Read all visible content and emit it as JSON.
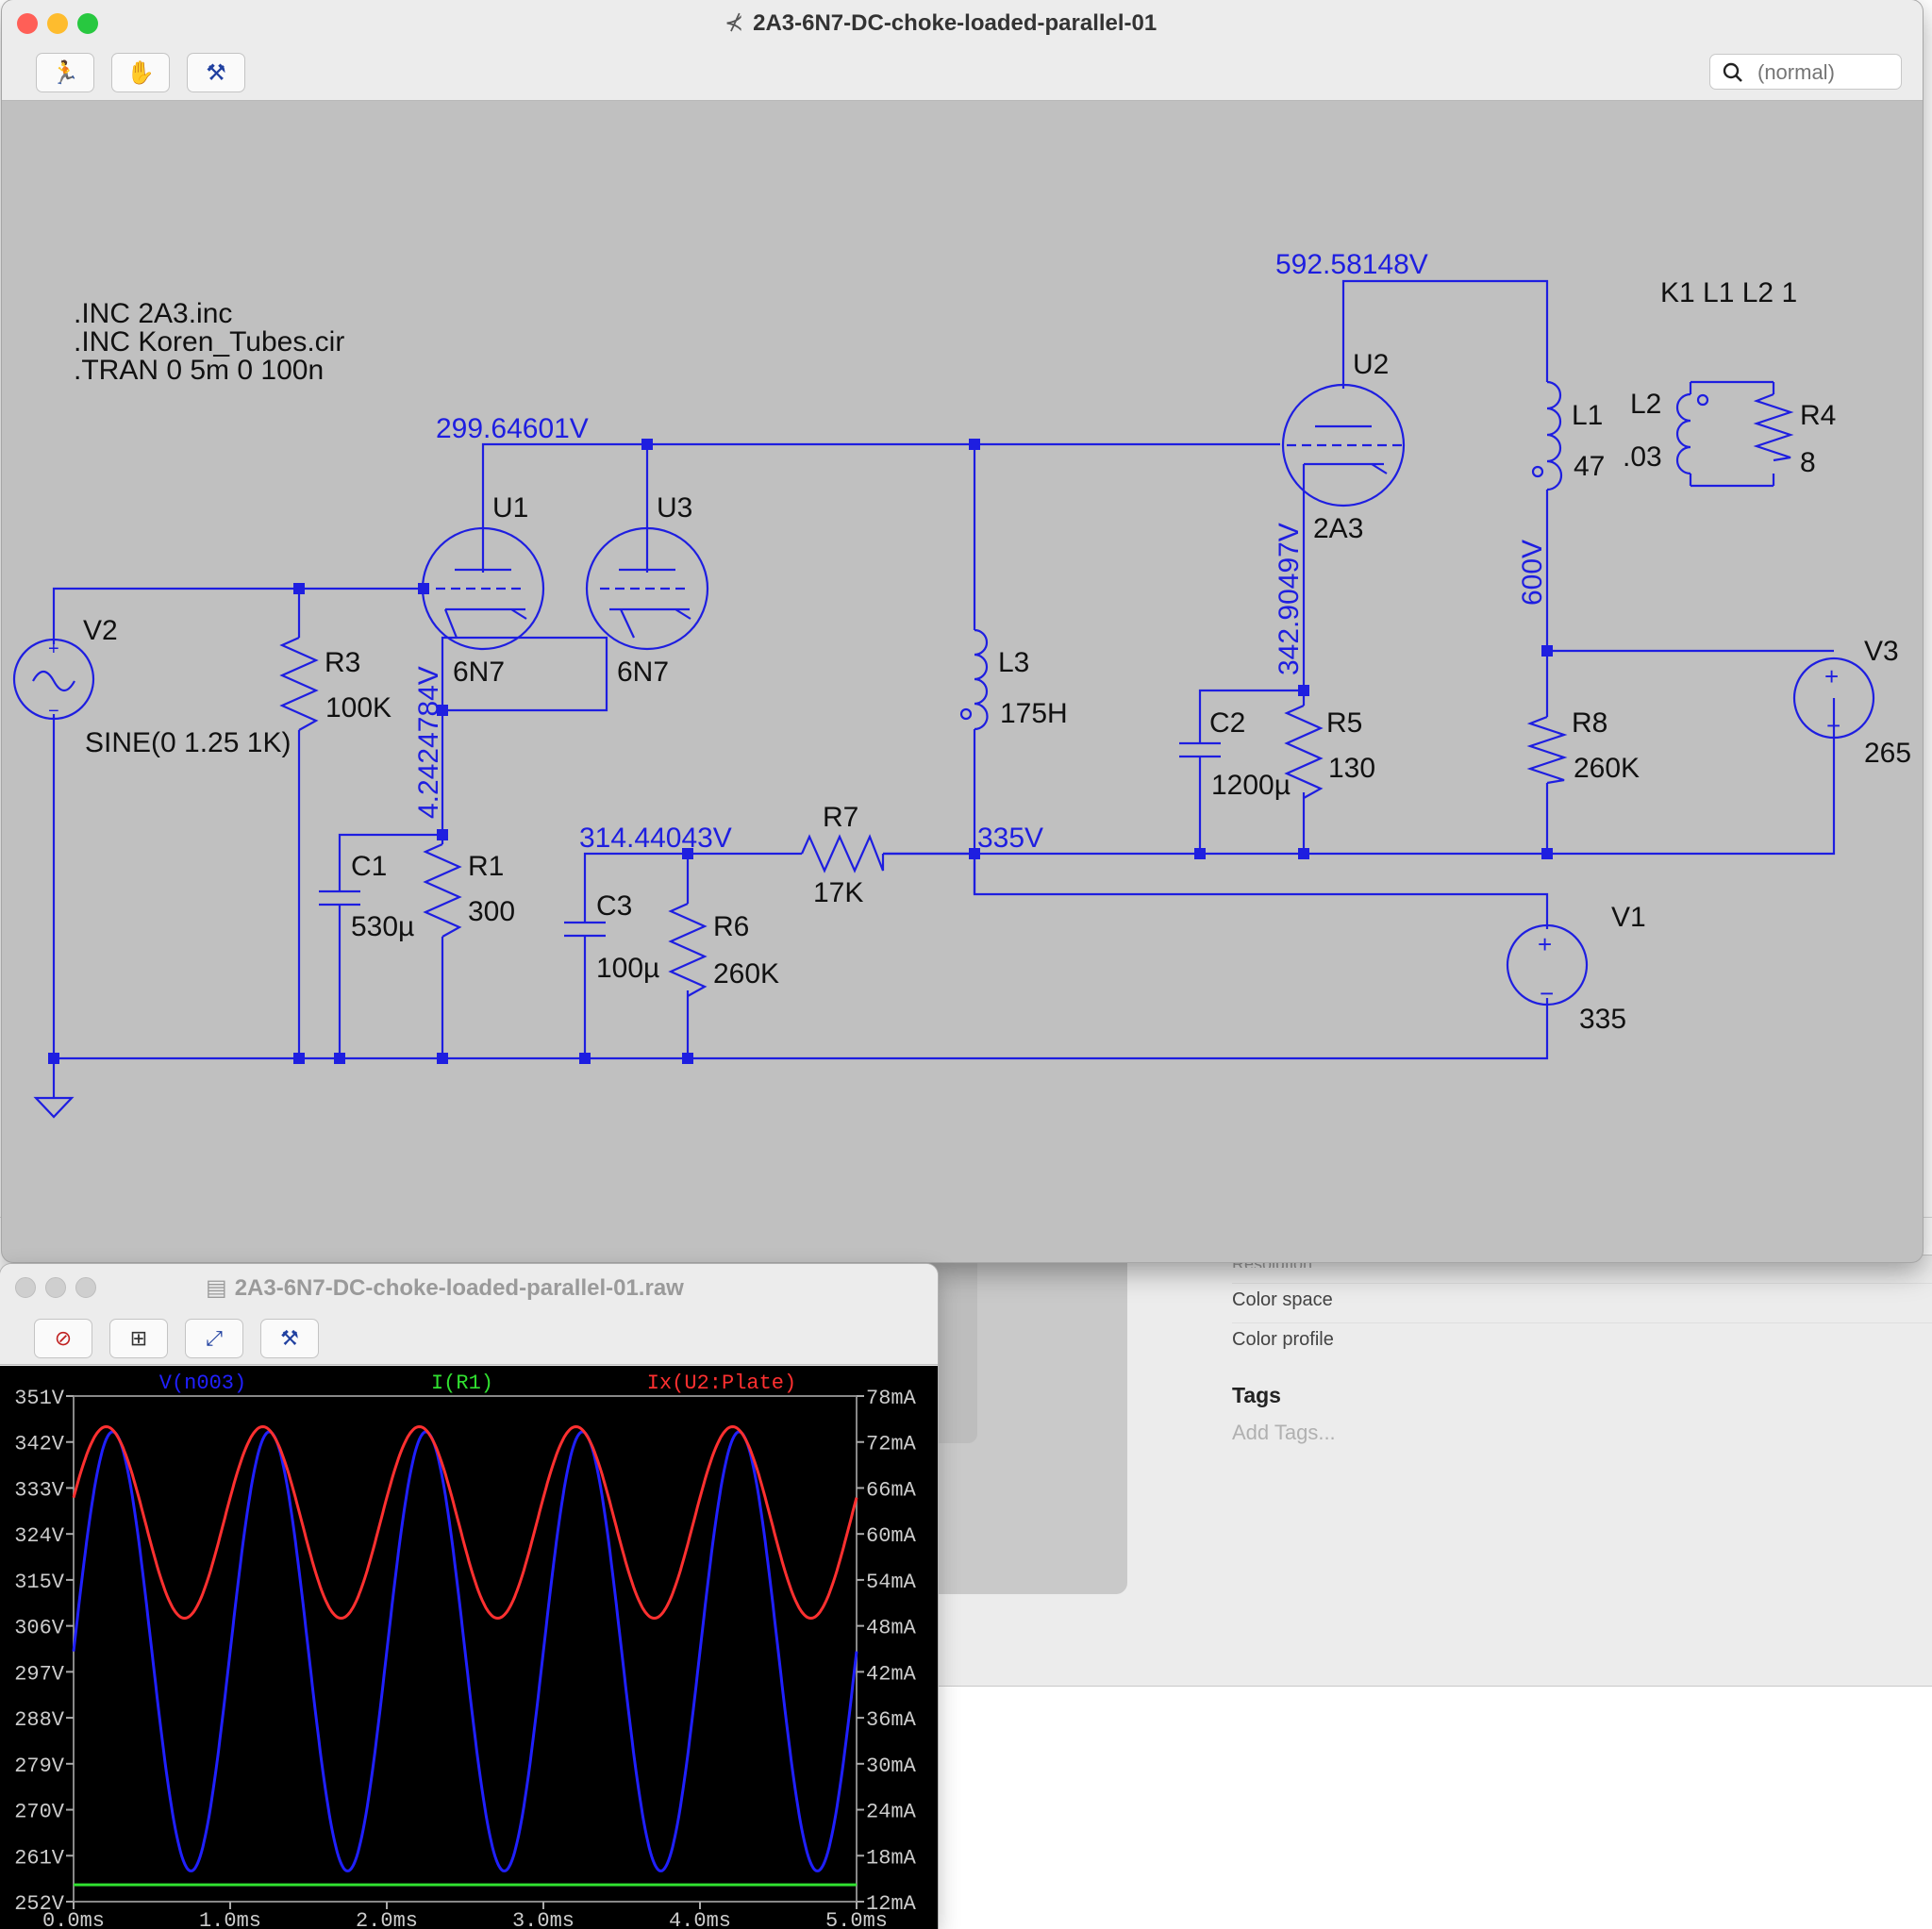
{
  "schematic_window": {
    "title": "2A3-6N7-DC-choke-loaded-parallel-01",
    "search_placeholder": "(normal)",
    "toolbar_icons": [
      "run-icon",
      "hand-icon",
      "hammer-icon"
    ]
  },
  "schematic": {
    "directives": [
      ".INC 2A3.inc",
      ".INC Koren_Tubes.cir",
      ".TRAN 0 5m 0 100n"
    ],
    "coupling": "K1 L1 L2 1",
    "components": {
      "V2": {
        "name": "V2",
        "value": "SINE(0 1.25 1K)"
      },
      "R3": {
        "name": "R3",
        "value": "100K"
      },
      "U1": {
        "name": "U1",
        "value": "6N7"
      },
      "U3": {
        "name": "U3",
        "value": "6N7"
      },
      "C1": {
        "name": "C1",
        "value": "530µ"
      },
      "R1": {
        "name": "R1",
        "value": "300"
      },
      "C3": {
        "name": "C3",
        "value": "100µ"
      },
      "R6": {
        "name": "R6",
        "value": "260K"
      },
      "R7": {
        "name": "R7",
        "value": "17K"
      },
      "L3": {
        "name": "L3",
        "value": "175H"
      },
      "U2": {
        "name": "U2",
        "value": "2A3"
      },
      "C2": {
        "name": "C2",
        "value": "1200µ"
      },
      "R5": {
        "name": "R5",
        "value": "130"
      },
      "L1": {
        "name": "L1",
        "value": "47"
      },
      "L2": {
        "name": "L2",
        "value": ".03"
      },
      "R4": {
        "name": "R4",
        "value": "8"
      },
      "R8": {
        "name": "R8",
        "value": "260K"
      },
      "V3": {
        "name": "V3",
        "value": "265"
      },
      "V1": {
        "name": "V1",
        "value": "335"
      }
    },
    "node_voltages": {
      "u2_plate": "592.58148V",
      "b_plus_1": "299.64601V",
      "u1_cathode": "4.2424784V",
      "r6_node": "314.44043V",
      "supply": "335V",
      "u2_cathode": "342.90497V",
      "l1_bottom": "600V"
    }
  },
  "plot_window": {
    "title": "2A3-6N7-DC-choke-loaded-parallel-01.raw",
    "toolbar_icons": [
      "probe-cancel-icon",
      "autorange-icon",
      "zoom-icon",
      "hammer-icon"
    ]
  },
  "background_panel": {
    "row_partial": "Resolution",
    "rows": [
      "Color space",
      "Color profile"
    ],
    "tags_title": "Tags",
    "tags_placeholder": "Add Tags..."
  },
  "chart_data": {
    "type": "line",
    "x_range": [
      0,
      5
    ],
    "x_unit": "ms",
    "x_ticks": [
      "0.0ms",
      "1.0ms",
      "2.0ms",
      "3.0ms",
      "4.0ms",
      "5.0ms"
    ],
    "y_left_range": [
      252,
      351
    ],
    "y_left_ticks": [
      "351V",
      "342V",
      "333V",
      "324V",
      "315V",
      "306V",
      "297V",
      "288V",
      "279V",
      "270V",
      "261V",
      "252V"
    ],
    "y_right_range": [
      12,
      78
    ],
    "y_right_ticks": [
      "78mA",
      "72mA",
      "66mA",
      "60mA",
      "54mA",
      "48mA",
      "42mA",
      "36mA",
      "30mA",
      "24mA",
      "18mA",
      "12mA"
    ],
    "series": [
      {
        "name": "V(n003)",
        "color": "#2020ff",
        "axis": "left",
        "kind": "sine",
        "center": 301,
        "amplitude": 43,
        "frequency_khz": 1,
        "phase_deg": 0
      },
      {
        "name": "I(R1)",
        "color": "#30e030",
        "axis": "right",
        "kind": "constant",
        "value": 14.2
      },
      {
        "name": "Ix(U2:Plate)",
        "color": "#ff3030",
        "axis": "right",
        "kind": "sine",
        "center": 61.5,
        "amplitude": 12.5,
        "frequency_khz": 1,
        "phase_deg": 15
      }
    ]
  }
}
